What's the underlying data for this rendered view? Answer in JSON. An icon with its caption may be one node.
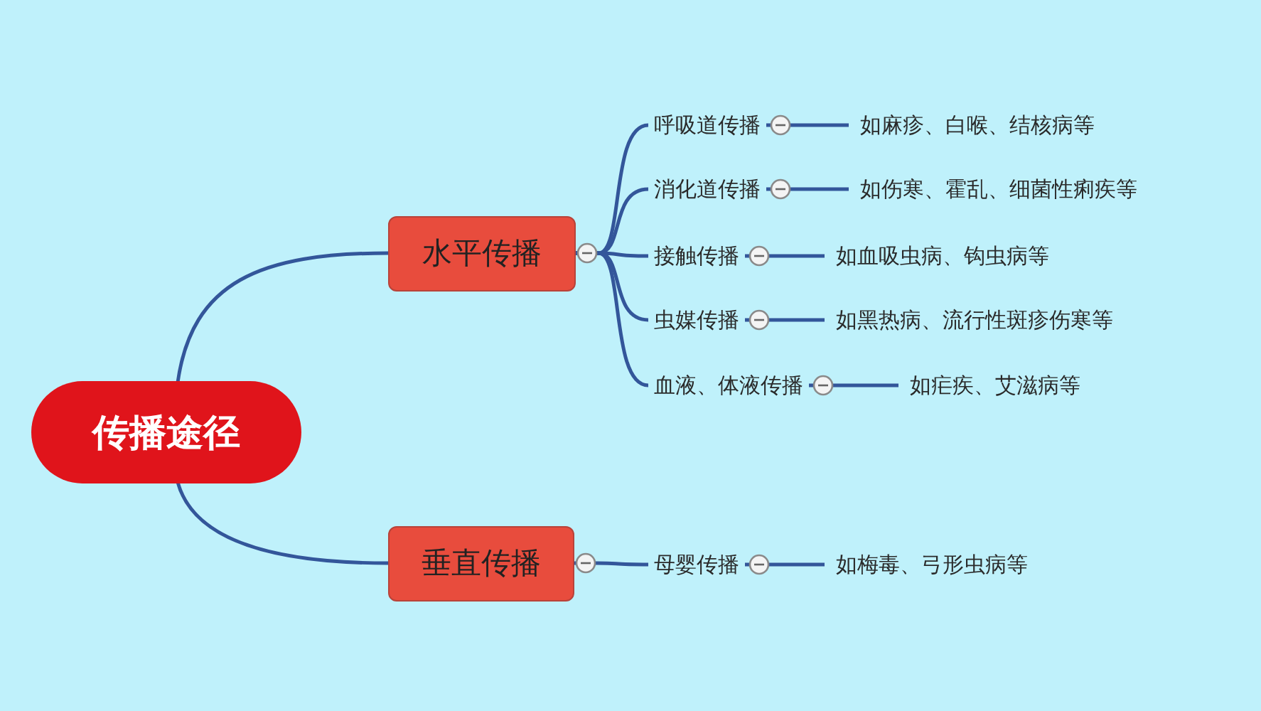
{
  "diagram": {
    "nodes": [
      {
        "text": [
          "传播途径"
        ]
      },
      {
        "text": [
          "水平传播"
        ]
      },
      {
        "text": [
          "呼吸道传播"
        ]
      },
      {
        "text": [
          "如麻疹、白喉、结核病等"
        ]
      },
      {
        "text": [
          "消化道传播"
        ]
      },
      {
        "text": [
          "如伤寒、霍乱、细菌性痢疾等"
        ]
      },
      {
        "text": [
          "接触传播"
        ]
      },
      {
        "text": [
          "如血吸虫病、钩虫病等"
        ]
      },
      {
        "text": [
          "虫媒传播"
        ]
      },
      {
        "text": [
          "如黑热病、流行性斑疹伤寒等"
        ]
      },
      {
        "text": [
          "血液、体液传播"
        ]
      },
      {
        "text": [
          "如疟疾、艾滋病等"
        ]
      },
      {
        "text": [
          "垂直传播"
        ]
      },
      {
        "text": [
          "母婴传播"
        ]
      },
      {
        "text": [
          "如梅毒、弓形虫病等"
        ]
      }
    ],
    "edges": [
      {
        "from": 0,
        "to": 1,
        "arrow": "none"
      },
      {
        "from": 0,
        "to": 12,
        "arrow": "none"
      },
      {
        "from": 1,
        "to": 2,
        "arrow": "none"
      },
      {
        "from": 1,
        "to": 4,
        "arrow": "none"
      },
      {
        "from": 1,
        "to": 6,
        "arrow": "none"
      },
      {
        "from": 1,
        "to": 8,
        "arrow": "none"
      },
      {
        "from": 1,
        "to": 10,
        "arrow": "none"
      },
      {
        "from": 2,
        "to": 3,
        "arrow": "none"
      },
      {
        "from": 4,
        "to": 5,
        "arrow": "none"
      },
      {
        "from": 6,
        "to": 7,
        "arrow": "none"
      },
      {
        "from": 8,
        "to": 9,
        "arrow": "none"
      },
      {
        "from": 10,
        "to": 11,
        "arrow": "none"
      },
      {
        "from": 12,
        "to": 13,
        "arrow": "none"
      },
      {
        "from": 13,
        "to": 14,
        "arrow": "none"
      }
    ]
  }
}
